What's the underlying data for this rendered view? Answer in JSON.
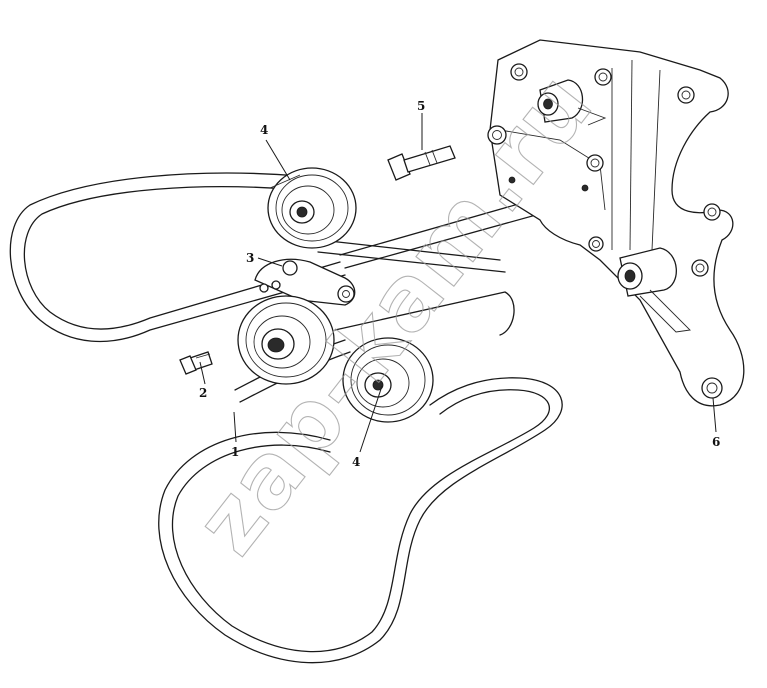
{
  "callouts": [
    {
      "id": "1",
      "text": "1"
    },
    {
      "id": "2",
      "text": "2"
    },
    {
      "id": "3",
      "text": "3"
    },
    {
      "id": "4a",
      "text": "4"
    },
    {
      "id": "4b",
      "text": "4"
    },
    {
      "id": "5",
      "text": "5"
    },
    {
      "id": "6",
      "text": "6"
    }
  ],
  "watermark": "zap-kam.ru",
  "colors": {
    "line": "#1a1a1a",
    "background": "#ffffff",
    "watermark": "#9a9a9a"
  }
}
